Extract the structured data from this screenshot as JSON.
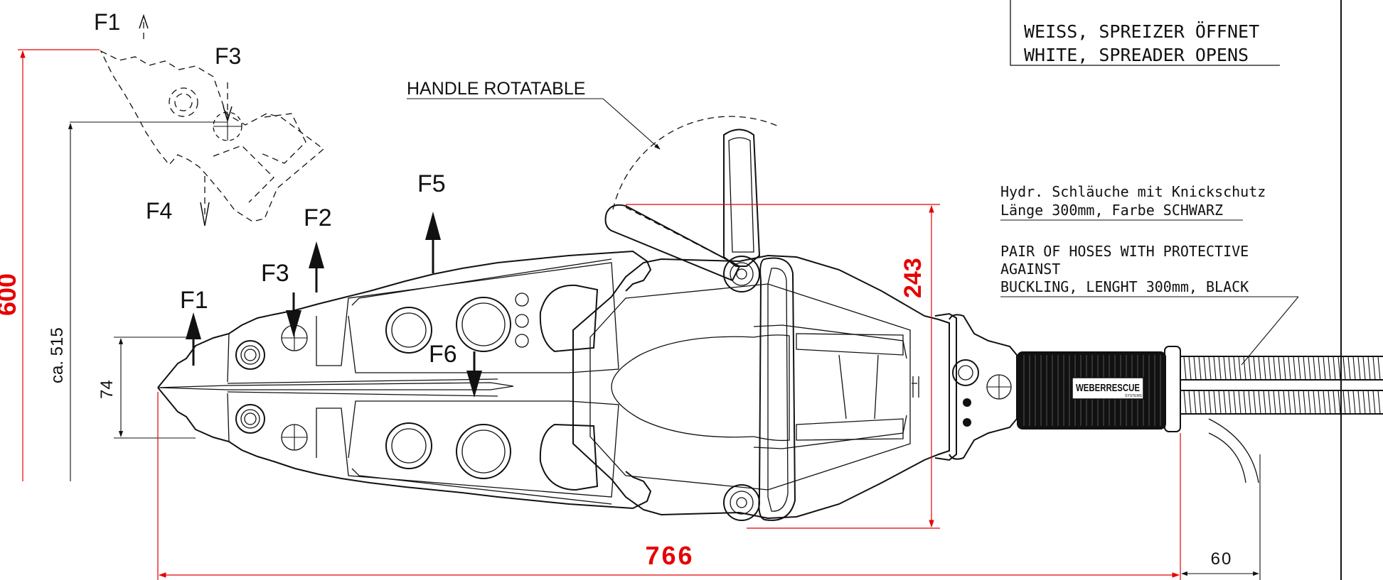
{
  "notes": {
    "color_de": "WEISS, SPREIZER ÖFFNET",
    "color_en": "WHITE, SPREADER OPENS",
    "hose_de_1": "Hydr. Schläuche mit Knickschutz",
    "hose_de_2": "Länge 300mm, Farbe SCHWARZ",
    "hose_en_1": "PAIR OF HOSES WITH PROTECTIVE",
    "hose_en_2": "AGAINST",
    "hose_en_3": "BUCKLING, LENGHT 300mm, BLACK",
    "handle": "HANDLE ROTATABLE"
  },
  "forces": {
    "f1_top": "F1",
    "f3_top": "F3",
    "f4_top": "F4",
    "f5": "F5",
    "f2": "F2",
    "f3": "F3",
    "f1": "F1",
    "f6": "F6"
  },
  "dimensions": {
    "overall_height": "600",
    "ca515": "ca. 515",
    "tip": "74",
    "length": "766",
    "height_243": "243",
    "hose_60": "60"
  },
  "logo": {
    "text": "WEBERRESCUE",
    "sub": "SYSTEMS"
  },
  "colors": {
    "dimension": "#e60000",
    "line": "#111111"
  }
}
